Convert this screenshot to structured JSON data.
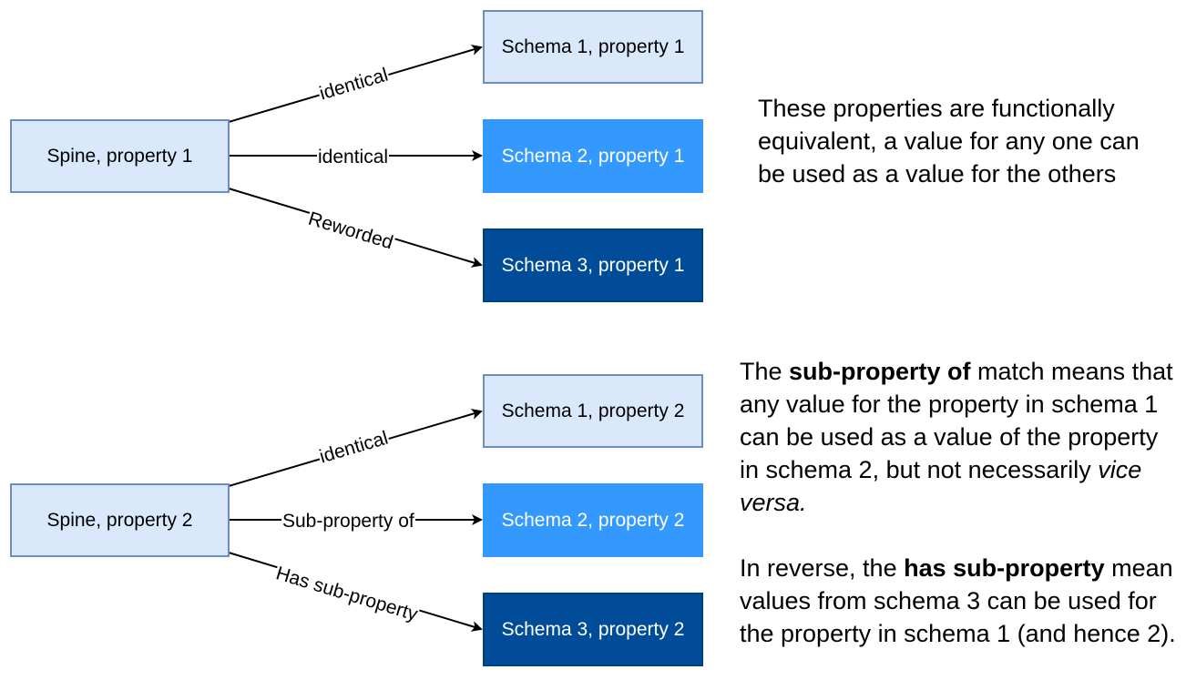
{
  "group1": {
    "spine": "Spine, property 1",
    "targets": [
      "Schema 1, property 1",
      "Schema 2, property 1",
      "Schema 3, property 1"
    ],
    "edge_labels": [
      "identical",
      "identical",
      "Reworded"
    ],
    "note": "These properties are functionally equivalent, a value for any one can be used as a value for the others"
  },
  "group2": {
    "spine": "Spine, property 2",
    "targets": [
      "Schema 1, property 2",
      "Schema 2, property 2",
      "Schema 3, property 2"
    ],
    "edge_labels": [
      "identical",
      "Sub-property of",
      "Has sub-property"
    ],
    "note1": {
      "t1": "The ",
      "b1": "sub-property of",
      "t2": " match means that any value for the property in schema 1 can be used as a value of the property in schema 2, but not necessarily ",
      "i1": "vice versa."
    },
    "note2": {
      "t1": "In reverse, the ",
      "b1": "has sub-property",
      "t2": " mean values from schema 3 can be used for the property in schema 1 (and hence 2)."
    }
  },
  "colors": {
    "light_fill": "#dae8fc",
    "light_border": "#6c8ebf",
    "mid_fill": "#3399ff",
    "dark_fill": "#004c99"
  }
}
